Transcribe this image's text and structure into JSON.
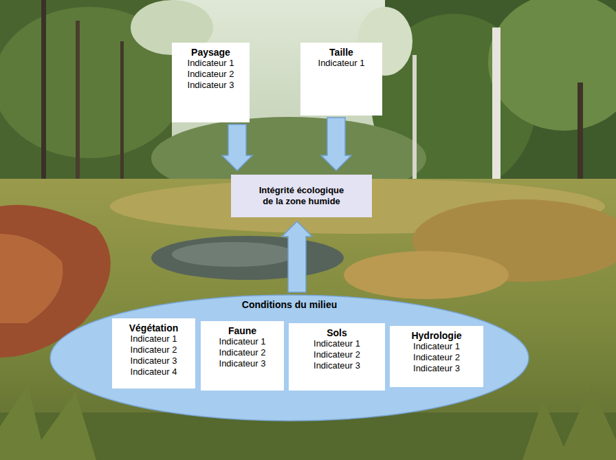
{
  "diagram": {
    "nodes": [
      {
        "text": [
          "Paysage",
          "Indicateur 1",
          "Indicateur 2",
          "Indicateur 3"
        ]
      },
      {
        "text": [
          "Taille",
          "Indicateur 1"
        ]
      },
      {
        "text": [
          "Intégrité écologique de la zone humide"
        ]
      },
      {
        "text": [
          "Conditions du milieu"
        ]
      },
      {
        "text": [
          "Végétation",
          "Indicateur 1",
          "Indicateur 2",
          "Indicateur 3",
          "Indicateur 4"
        ],
        "in": 3
      },
      {
        "text": [
          "Faune",
          "Indicateur 1",
          "Indicateur 2",
          "Indicateur 3"
        ],
        "in": 3
      },
      {
        "text": [
          "Sols",
          "Indicateur 1",
          "Indicateur 2",
          "Indicateur 3"
        ],
        "in": 3
      },
      {
        "text": [
          "Hydrologie",
          "Indicateur 1",
          "Indicateur 2",
          "Indicateur 3"
        ],
        "in": 3
      }
    ],
    "edges": [
      {
        "from": 0,
        "to": 2,
        "arrow": "to"
      },
      {
        "from": 1,
        "to": 2,
        "arrow": "to"
      },
      {
        "from": 3,
        "to": 2,
        "arrow": "to"
      }
    ]
  }
}
